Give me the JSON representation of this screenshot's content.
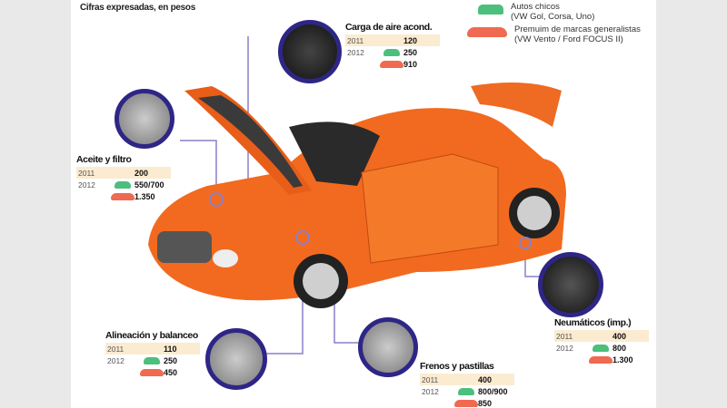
{
  "subtitle": "Cifras expresadas, en pesos",
  "legend": {
    "small": {
      "label": "Autos chicos",
      "examples": "(VW Gol, Corsa, Uno)",
      "color": "#4cbf7c"
    },
    "premium": {
      "label": "Premuim de marcas generalistas",
      "examples": "(VW Vento / Ford FOCUS II)",
      "color": "#ef6a50"
    }
  },
  "items": {
    "aceite": {
      "title": "Aceite y filtro",
      "y2011": "2011",
      "v2011": "200",
      "y2012": "2012",
      "v2012_small": "550/700",
      "v2012_premium": "1.350"
    },
    "aire": {
      "title": "Carga de aire acond.",
      "y2011": "2011",
      "v2011": "120",
      "y2012": "2012",
      "v2012_small": "250",
      "v2012_premium": "910"
    },
    "alineacion": {
      "title": "Alineación y balanceo",
      "y2011": "2011",
      "v2011": "110",
      "y2012": "2012",
      "v2012_small": "250",
      "v2012_premium": "450"
    },
    "frenos": {
      "title": "Frenos y pastillas",
      "y2011": "2011",
      "v2011": "400",
      "y2012": "2012",
      "v2012_small": "800/900",
      "v2012_premium": "850"
    },
    "neumaticos": {
      "title": "Neumáticos (imp.)",
      "y2011": "2011",
      "v2011": "400",
      "y2012": "2012",
      "v2012_small": "800",
      "v2012_premium": "1.300"
    }
  }
}
